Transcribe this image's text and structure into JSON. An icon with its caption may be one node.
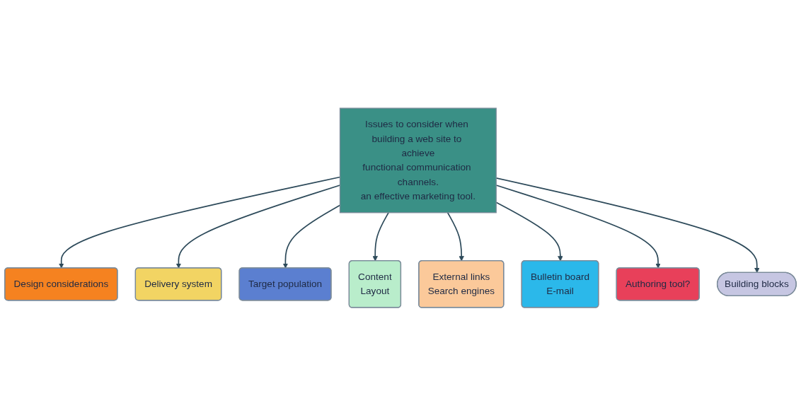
{
  "diagram": {
    "nodes": [
      {
        "text": [
          "Issues to consider when building a web site to achieve",
          "functional communication channels.",
          "an effective marketing tool."
        ]
      },
      {
        "text": [
          "Design considerations"
        ]
      },
      {
        "text": [
          "Delivery system"
        ]
      },
      {
        "text": [
          "Target population"
        ]
      },
      {
        "text": [
          "Content",
          "Layout"
        ]
      },
      {
        "text": [
          "External links",
          "Search engines"
        ]
      },
      {
        "text": [
          "Bulletin board",
          "E-mail"
        ]
      },
      {
        "text": [
          "Authoring tool?"
        ]
      },
      {
        "text": [
          "Building blocks"
        ]
      }
    ],
    "edges": [
      {
        "from": 0,
        "to": 1,
        "arrow": "to"
      },
      {
        "from": 0,
        "to": 2,
        "arrow": "to"
      },
      {
        "from": 0,
        "to": 3,
        "arrow": "to"
      },
      {
        "from": 0,
        "to": 4,
        "arrow": "to"
      },
      {
        "from": 0,
        "to": 5,
        "arrow": "to"
      },
      {
        "from": 0,
        "to": 6,
        "arrow": "to"
      },
      {
        "from": 0,
        "to": 7,
        "arrow": "to"
      },
      {
        "from": 0,
        "to": 8,
        "arrow": "to"
      }
    ]
  }
}
